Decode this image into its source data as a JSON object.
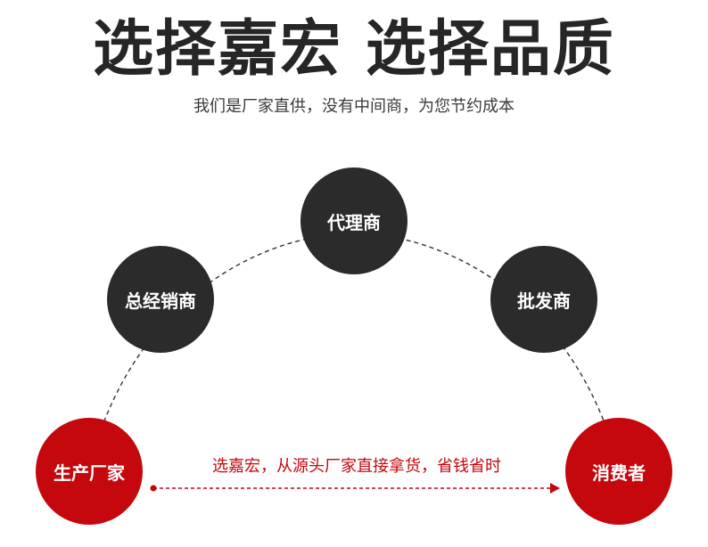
{
  "header": {
    "title": "选择嘉宏 选择品质",
    "subtitle": "我们是厂家直供，没有中间商，为您节约成本"
  },
  "nodes": {
    "agent": "代理商",
    "distributor": "总经销商",
    "wholesaler": "批发商",
    "manufacturer": "生产厂家",
    "consumer": "消费者"
  },
  "direct_path": {
    "caption": "选嘉宏，从源头厂家直接拿货，省钱省时"
  },
  "colors": {
    "dark_node": "#2b2b2b",
    "red_node": "#c4080d",
    "title": "#262626",
    "dashed_line": "#333333"
  }
}
